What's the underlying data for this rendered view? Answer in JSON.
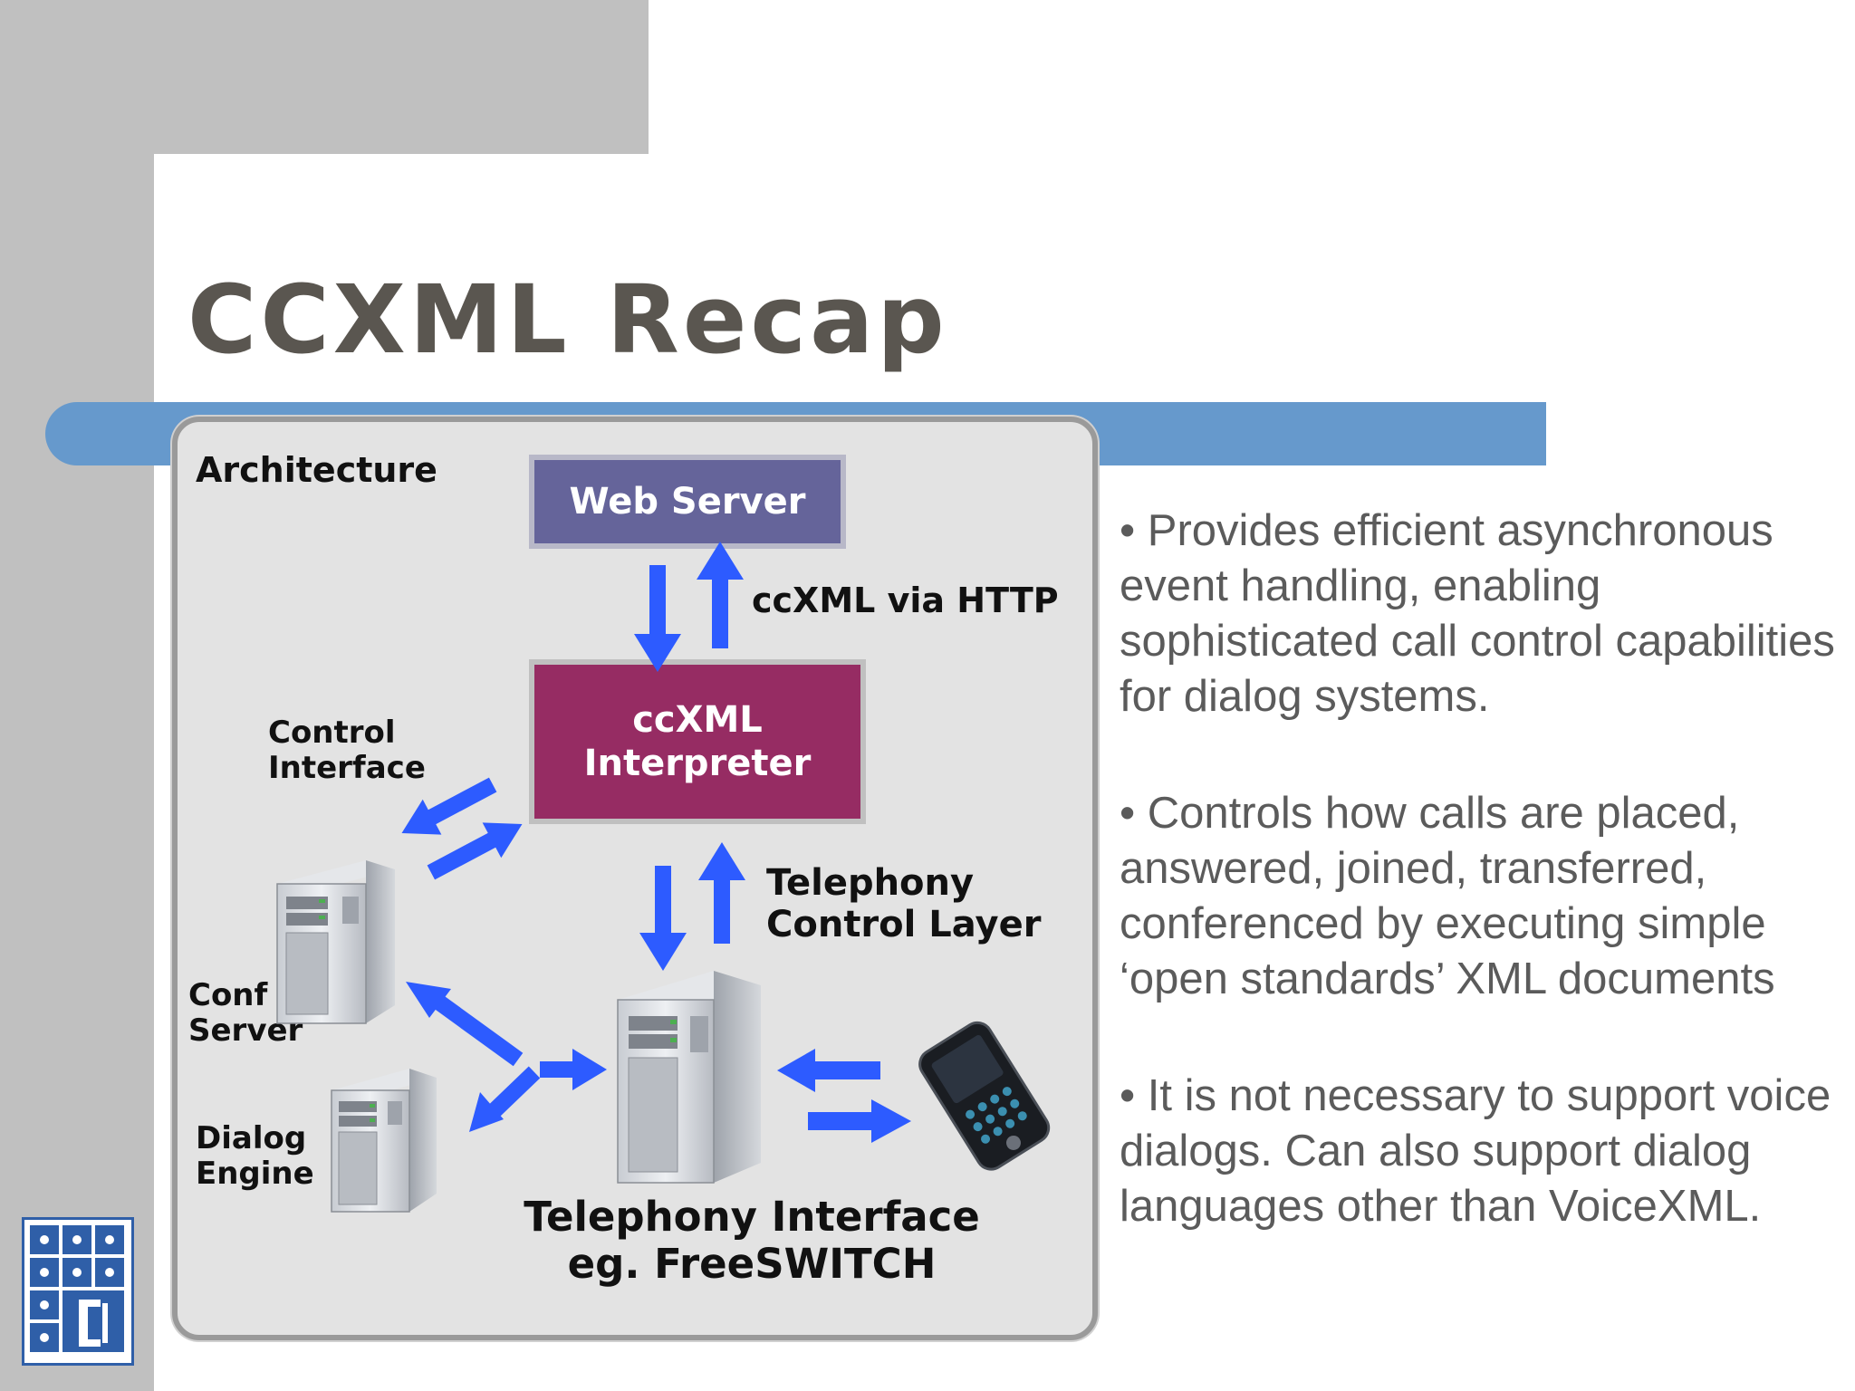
{
  "slide": {
    "title": "CCXML Recap"
  },
  "diagram": {
    "heading": "Architecture",
    "web_server": "Web Server",
    "http_label": "ccXML via HTTP",
    "interpreter_line1": "ccXML",
    "interpreter_line2": "Interpreter",
    "control_interface_line1": "Control",
    "control_interface_line2": "Interface",
    "telephony_layer_line1": "Telephony",
    "telephony_layer_line2": "Control Layer",
    "conf_server_line1": "Conf",
    "conf_server_line2": "Server",
    "dialog_engine_line1": "Dialog",
    "dialog_engine_line2": "Engine",
    "telephony_interface_line1": "Telephony Interface",
    "telephony_interface_line2": "eg. FreeSWITCH",
    "arrow_color": "#2d5bff",
    "web_server_color": "#65649a",
    "interpreter_color": "#962c63"
  },
  "bullets": [
    "• Provides efficient asynchronous event handling, enabling sophisticated call control capabilities for dialog systems.",
    "• Controls how calls are placed, answered, joined, transferred, conferenced by executing simple ‘open standards’ XML documents",
    "• It is not necessary to support voice dialogs. Can also support dialog languages other than VoiceXML."
  ],
  "icons": {
    "server": "server-icon",
    "phone": "mobile-phone-icon",
    "logo": "phone-keypad-logo-icon"
  }
}
